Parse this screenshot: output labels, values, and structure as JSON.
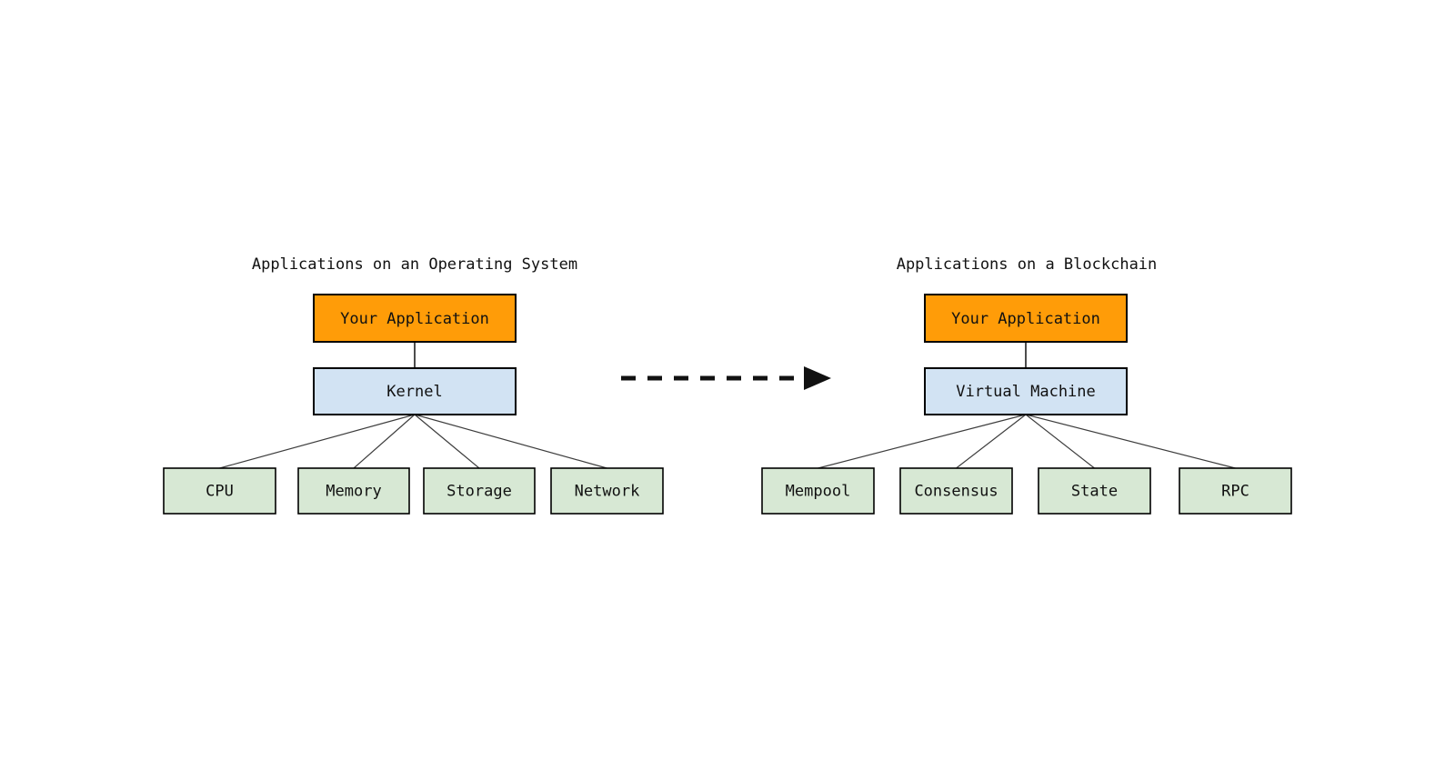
{
  "colors": {
    "background": "#FFFFFF",
    "app_fill": "#FF9C08",
    "platform_fill": "#D2E3F3",
    "module_fill": "#D7E8D4",
    "box_border": "#000000",
    "connector": "#3D3D3D",
    "arrow": "#111111",
    "text": "#111111"
  },
  "left": {
    "title": "Applications on an Operating System",
    "app": "Your Application",
    "platform": "Kernel",
    "modules": [
      "CPU",
      "Memory",
      "Storage",
      "Network"
    ]
  },
  "right": {
    "title": "Applications on a Blockchain",
    "app": "Your Application",
    "platform": "Virtual Machine",
    "modules": [
      "Mempool",
      "Consensus",
      "State",
      "RPC"
    ]
  },
  "arrow": {
    "style": "dashed",
    "direction": "right"
  }
}
